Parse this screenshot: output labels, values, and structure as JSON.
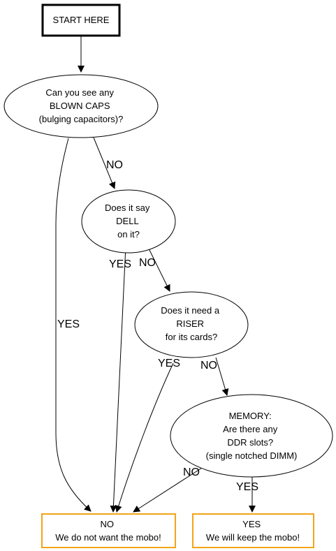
{
  "nodes": {
    "start": {
      "lines": [
        "START HERE"
      ]
    },
    "blown_caps": {
      "lines": [
        "Can you see any",
        "BLOWN CAPS",
        "(bulging capacitors)?"
      ]
    },
    "dell": {
      "lines": [
        "Does it say",
        "DELL",
        "on it?"
      ]
    },
    "riser": {
      "lines": [
        "Does it need a",
        "RISER",
        "for its cards?"
      ]
    },
    "memory": {
      "lines": [
        "MEMORY:",
        "Are there any",
        "DDR slots?",
        "(single notched DIMM)"
      ]
    },
    "no_result": {
      "lines": [
        "NO",
        "We do not want the mobo!"
      ]
    },
    "yes_result": {
      "lines": [
        "YES",
        "We will keep the mobo!"
      ]
    }
  },
  "edge_labels": {
    "caps_no": "NO",
    "caps_yes": "YES",
    "dell_yes": "YES",
    "dell_no": "NO",
    "riser_yes": "YES",
    "riser_no": "NO",
    "memory_no": "NO",
    "memory_yes": "YES"
  },
  "colors": {
    "result_border": "#f2a418",
    "line": "#000000"
  }
}
